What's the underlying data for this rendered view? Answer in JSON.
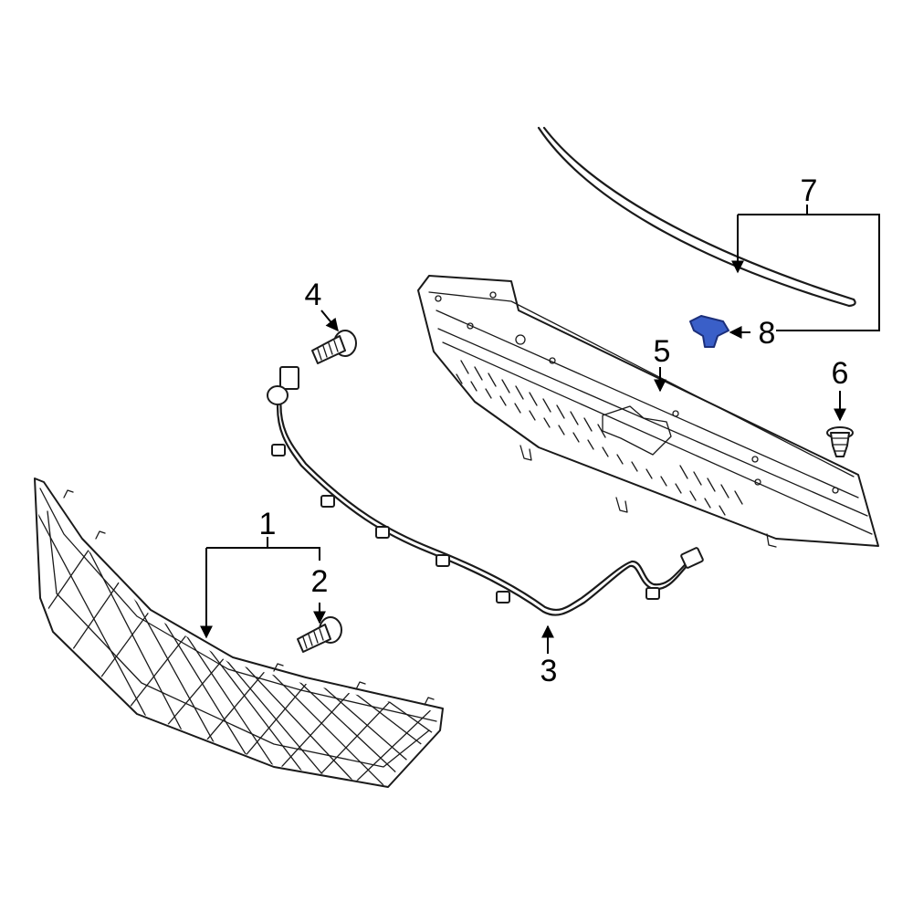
{
  "callouts": {
    "grille": "1",
    "grille_screw": "2",
    "wiring_harness": "3",
    "harness_screw": "4",
    "radiator_cover": "5",
    "push_clip": "6",
    "hood_seal": "7",
    "seal_clip": "8"
  },
  "colors": {
    "line": "#1a1a1a",
    "highlight_fill": "#3a5fc8",
    "highlight_stroke": "#1c2f7a",
    "background": "#ffffff"
  }
}
